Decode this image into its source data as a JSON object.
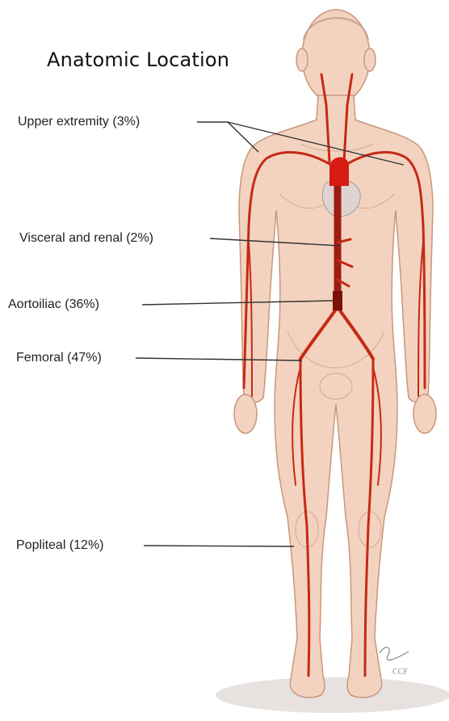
{
  "title": "Anatomic Location",
  "labels": {
    "upper_extremity": "Upper extremity (3%)",
    "visceral_renal": "Visceral and renal (2%)",
    "aortoiliac": "Aortoiliac (36%)",
    "femoral": "Femoral (47%)",
    "popliteal": "Popliteal (12%)"
  },
  "signature": "CCF",
  "colors": {
    "skin": "#f3d3c0",
    "skin_outline": "#c9967c",
    "artery": "#c62a14",
    "heart_aorta": "#d81b13",
    "leader_line": "#333333"
  }
}
